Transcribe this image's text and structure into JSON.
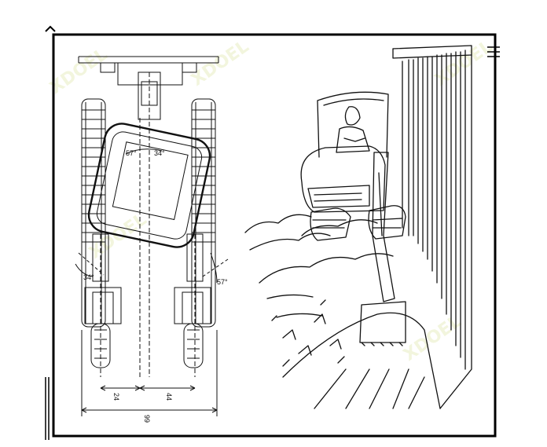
{
  "left_drawing": {
    "dimensions": {
      "inner_offset": "24",
      "track_center": "44",
      "overall_width": "99"
    },
    "angles": {
      "upper_left": "57°",
      "upper_right": "34°",
      "lower_left": "34°",
      "lower_right": "57°"
    }
  },
  "watermarks": [
    "XDOEL",
    "XDOEL",
    "XDOEL",
    "XDOEL",
    "XDOEL"
  ]
}
